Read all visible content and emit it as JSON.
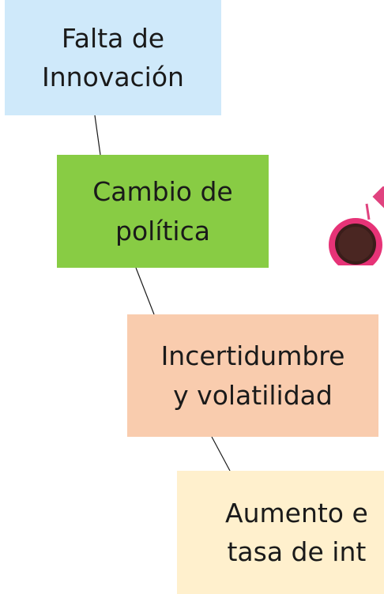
{
  "diagram": {
    "nodes": [
      {
        "id": "falta",
        "label": "Falta de\nInnovación",
        "color": "#cfe9fa"
      },
      {
        "id": "cambio",
        "label": "Cambio de\npolítica",
        "color": "#88cc44"
      },
      {
        "id": "incertidumbre",
        "label": "Incertidumbre\ny volatilidad",
        "color": "#f9ccae"
      },
      {
        "id": "aumento",
        "label": "Aumento e\ntasa de int",
        "color": "#fff0cd"
      }
    ],
    "edges": [
      {
        "from": "falta",
        "to": "cambio"
      },
      {
        "from": "cambio",
        "to": "incertidumbre"
      },
      {
        "from": "incertidumbre",
        "to": "aumento"
      }
    ],
    "decoration": {
      "icon": "coffee-cup-icon",
      "cup_color": "#e63377",
      "coffee_color": "#3a1d1a",
      "accent_color": "#e0437f"
    }
  }
}
